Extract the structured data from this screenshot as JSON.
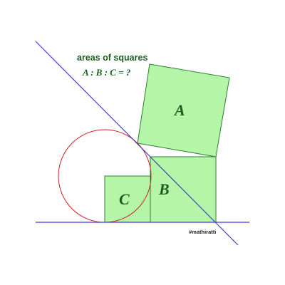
{
  "title": "areas of squares",
  "question": "A : B : C = ?",
  "labels": {
    "square_a": "A",
    "square_b": "B",
    "square_c": "C"
  },
  "hashtag": "#mathiratti",
  "colors": {
    "square_fill": "#b5f5a8",
    "square_stroke": "#2e7d32",
    "circle_stroke": "#cc2222",
    "line_stroke": "#3a3ad6",
    "text": "#1b5e20"
  }
}
